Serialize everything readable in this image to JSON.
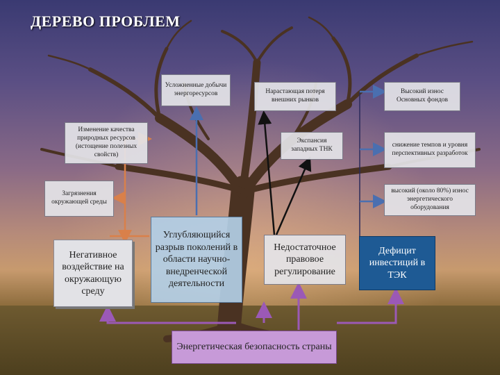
{
  "title": "ДЕРЕВО ПРОБЛЕМ",
  "boxes": {
    "complicated_extraction": "Усложненные добычи энергоресурсов",
    "growing_loss": "Нарастающая потеря внешних рынков",
    "high_wear_funds": "Высокий износ Основных фондов",
    "quality_change": "Изменение качества природных ресурсов (истощение полезных свойств)",
    "expansion_tnk": "Экспансия западных ТНК",
    "slowdown": "снижение темпов и уровня перспективных разработок",
    "pollution": "Загрязнения окружающей среды",
    "high_wear_equipment": "высокий (около 80%) износ энергетического оборудования",
    "negative_impact": "Негативное воздействие на окружающую среду",
    "generation_gap": "Углубляющийся разрыв поколений в области научно-внедренческой деятельности",
    "insufficient_regulation": "Недостаточное правовое регулирование",
    "investment_deficit": "Дефицит инвестиций в ТЭК",
    "energy_security": "Энергетическая безопасность страны"
  },
  "colors": {
    "grey_box": "#e4e4e8",
    "light_blue_box": "#b2cee6",
    "dark_blue_box": "#1e5a94",
    "purple_box": "#c79ad8",
    "purple_arrow": "#9b59b6",
    "blue_arrow": "#4a6fb0",
    "orange_arrow": "#d9804a",
    "black_arrow": "#111111"
  }
}
